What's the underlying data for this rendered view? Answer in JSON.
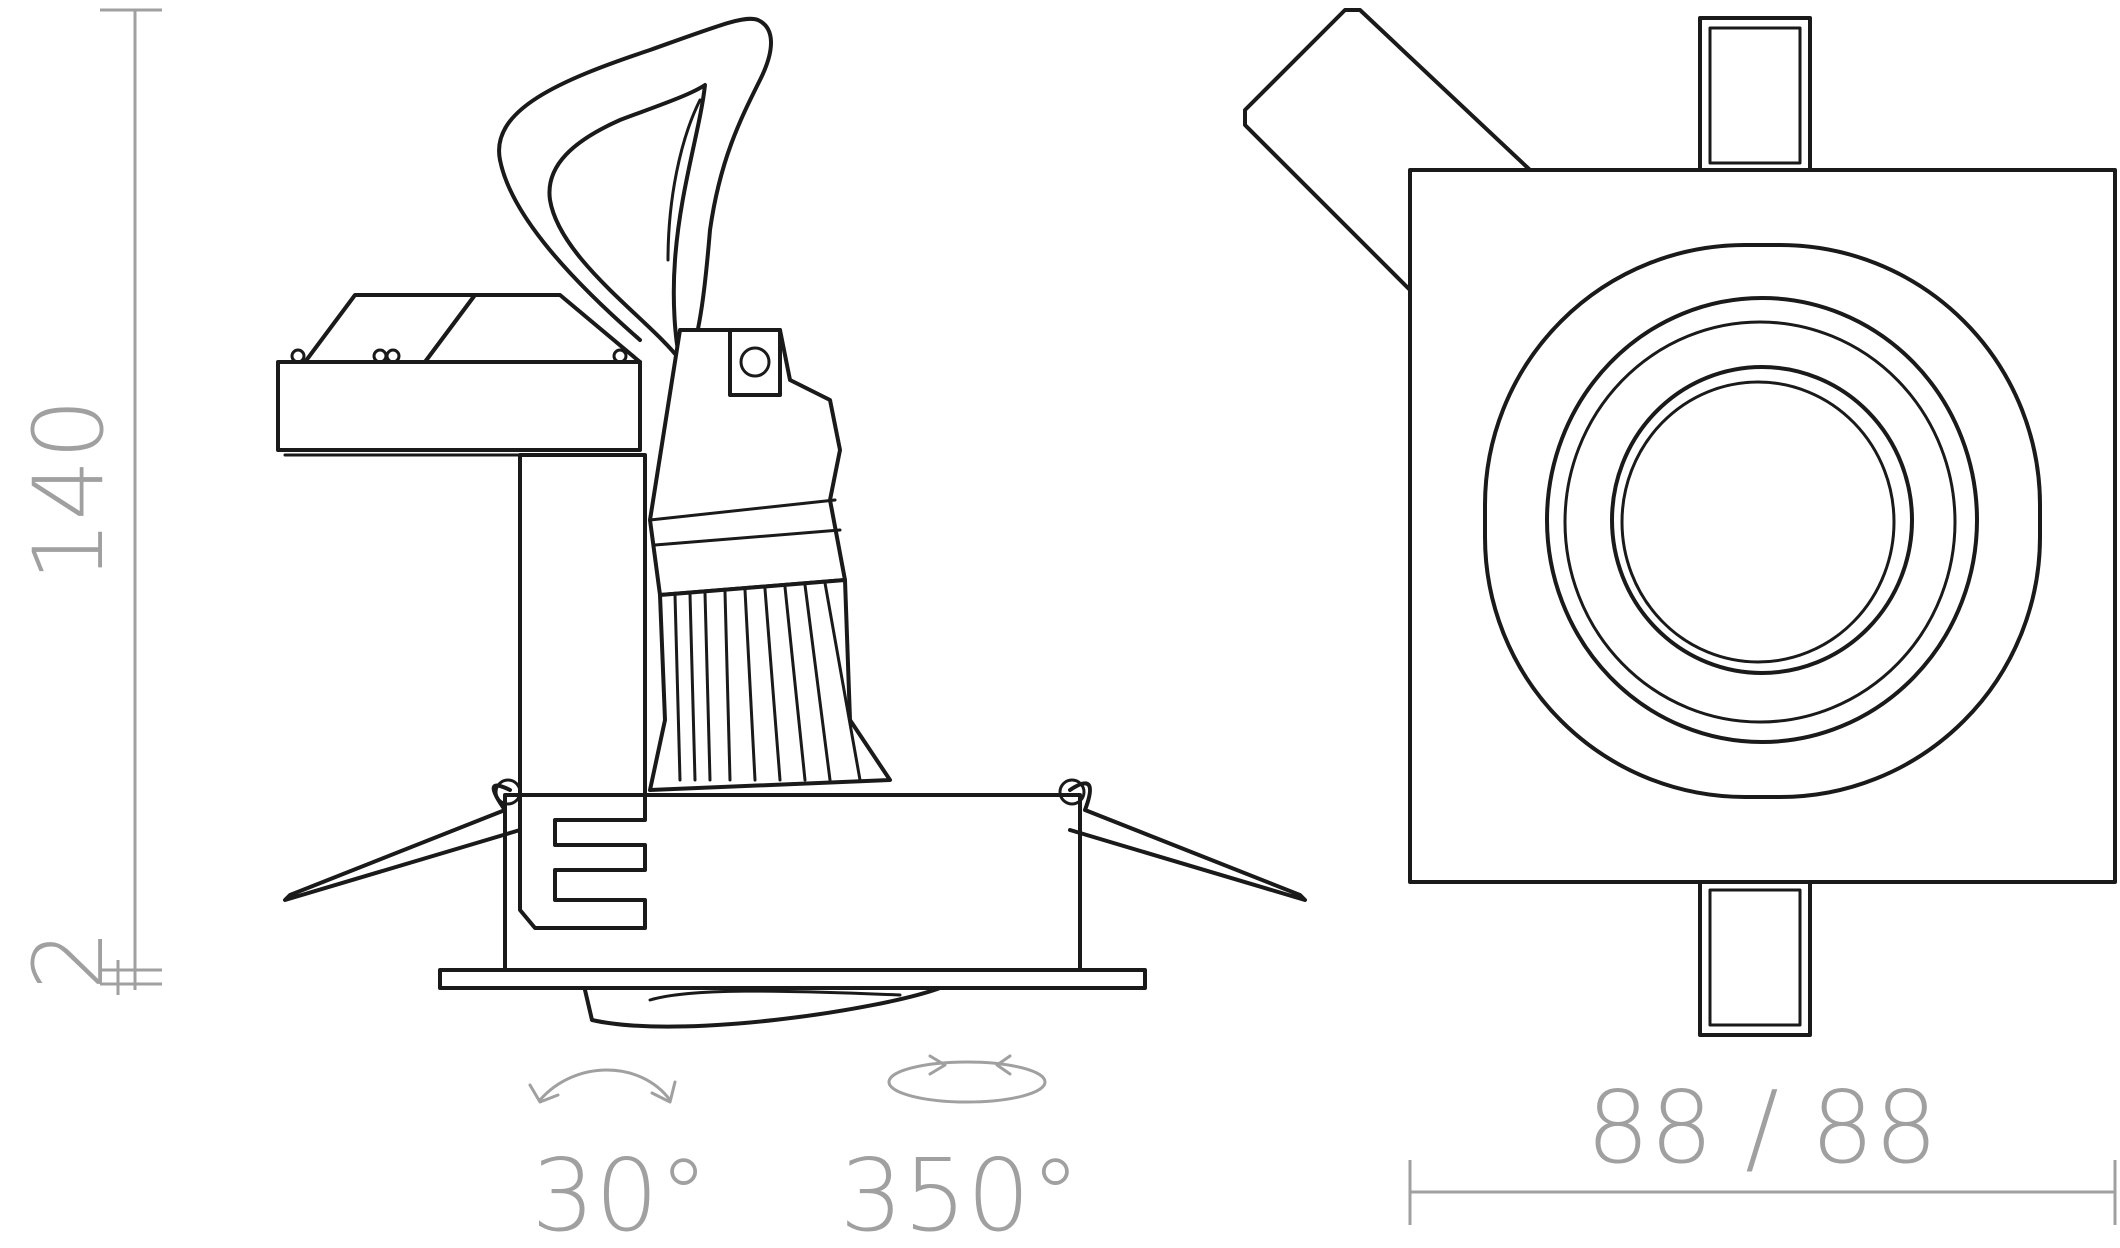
{
  "dimensions": {
    "height_total": "140",
    "rim_thickness": "2",
    "width_depth": "88 / 88"
  },
  "adjustments": {
    "tilt": {
      "value": "30°",
      "icon": "tilt-arc-icon"
    },
    "rotation": {
      "value": "350°",
      "icon": "rotation-ellipse-icon"
    }
  },
  "colors": {
    "line": "#1a1a1a",
    "dimension": "#a0a0a0",
    "background": "#ffffff"
  }
}
